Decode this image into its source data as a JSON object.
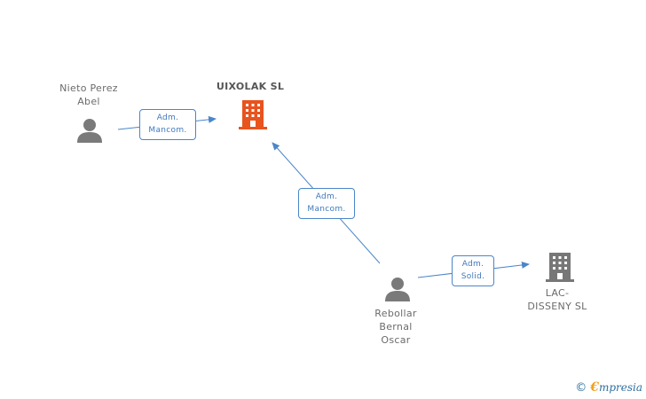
{
  "colors": {
    "edge": "#4a86c8",
    "person_icon": "#7a7a7a",
    "company_main": "#e8541e",
    "company_other": "#777777"
  },
  "nodes": {
    "uixolak": {
      "name": "UIXOLAK SL",
      "icon": "building-icon"
    },
    "nieto": {
      "line1": "Nieto Perez",
      "line2": "Abel",
      "icon": "person-icon"
    },
    "rebollar": {
      "line1": "Rebollar",
      "line2": "Bernal",
      "line3": "Oscar",
      "icon": "person-icon"
    },
    "lacdisseny": {
      "line1": "LAC-",
      "line2": "DISSENY SL",
      "icon": "building-icon"
    }
  },
  "edges": {
    "nieto_uixolak": {
      "line1": "Adm.",
      "line2": "Mancom."
    },
    "rebollar_uixolak": {
      "line1": "Adm.",
      "line2": "Mancom."
    },
    "rebollar_lac": {
      "line1": "Adm.",
      "line2": "Solid."
    }
  },
  "watermark": {
    "symbol": "©",
    "brand_initial": "€",
    "brand_rest": "mpresia"
  }
}
